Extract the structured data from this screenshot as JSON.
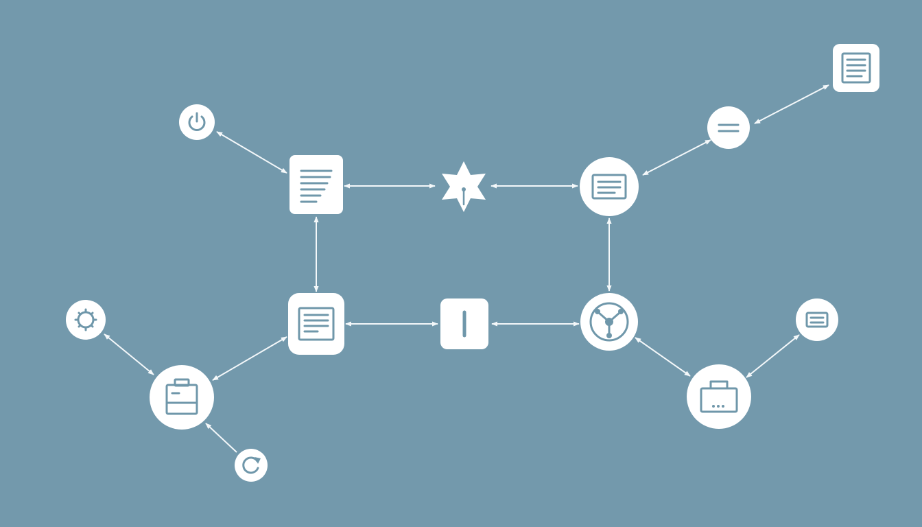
{
  "diagram": {
    "background_color": "#7399ac",
    "node_color": "#ffffff",
    "icon_color": "#6f97aa",
    "edge_color": "#f4f8fa",
    "nodes": [
      {
        "id": "power",
        "shape": "circle",
        "icon": "power-icon"
      },
      {
        "id": "doc-top-left",
        "shape": "rounded-rect",
        "icon": "document-lines-icon"
      },
      {
        "id": "hub-star",
        "shape": "star",
        "icon": "star-hub-icon"
      },
      {
        "id": "list-top",
        "shape": "circle",
        "icon": "list-icon"
      },
      {
        "id": "equals",
        "shape": "circle",
        "icon": "equals-icon"
      },
      {
        "id": "doc-corner",
        "shape": "rounded-rect",
        "icon": "list-document-icon"
      },
      {
        "id": "gear",
        "shape": "circle",
        "icon": "gear-icon"
      },
      {
        "id": "form-center",
        "shape": "rounded-rect",
        "icon": "form-icon"
      },
      {
        "id": "bar-center",
        "shape": "rounded-rect",
        "icon": "bar-icon"
      },
      {
        "id": "network",
        "shape": "circle",
        "icon": "network-icon"
      },
      {
        "id": "message",
        "shape": "circle",
        "icon": "message-icon"
      },
      {
        "id": "clipboard",
        "shape": "circle",
        "icon": "clipboard-icon"
      },
      {
        "id": "refresh",
        "shape": "circle",
        "icon": "refresh-icon"
      },
      {
        "id": "box",
        "shape": "circle",
        "icon": "box-icon"
      }
    ],
    "edges": [
      {
        "from": "power",
        "to": "doc-top-left",
        "direction": "both"
      },
      {
        "from": "doc-top-left",
        "to": "hub-star",
        "direction": "both"
      },
      {
        "from": "hub-star",
        "to": "list-top",
        "direction": "both"
      },
      {
        "from": "list-top",
        "to": "equals",
        "direction": "both"
      },
      {
        "from": "equals",
        "to": "doc-corner",
        "direction": "both"
      },
      {
        "from": "doc-top-left",
        "to": "form-center",
        "direction": "both"
      },
      {
        "from": "list-top",
        "to": "network",
        "direction": "both"
      },
      {
        "from": "gear",
        "to": "clipboard",
        "direction": "both"
      },
      {
        "from": "clipboard",
        "to": "form-center",
        "direction": "both"
      },
      {
        "from": "form-center",
        "to": "bar-center",
        "direction": "both"
      },
      {
        "from": "bar-center",
        "to": "network",
        "direction": "both"
      },
      {
        "from": "network",
        "to": "box",
        "direction": "both"
      },
      {
        "from": "box",
        "to": "message",
        "direction": "both"
      },
      {
        "from": "refresh",
        "to": "clipboard",
        "direction": "forward"
      }
    ]
  }
}
